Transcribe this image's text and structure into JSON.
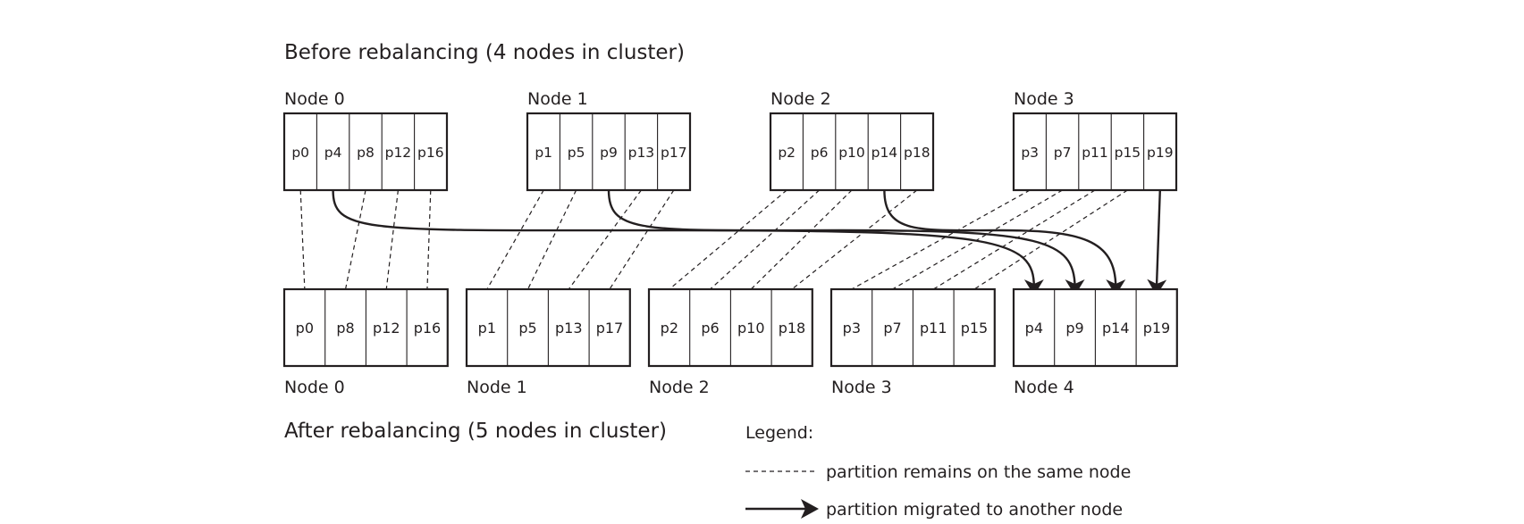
{
  "before_title": "Before rebalancing (4 nodes in cluster)",
  "after_title": "After rebalancing (5 nodes in cluster)",
  "before_nodes": [
    {
      "label": "Node 0",
      "partitions": [
        "p0",
        "p4",
        "p8",
        "p12",
        "p16"
      ]
    },
    {
      "label": "Node 1",
      "partitions": [
        "p1",
        "p5",
        "p9",
        "p13",
        "p17"
      ]
    },
    {
      "label": "Node 2",
      "partitions": [
        "p2",
        "p6",
        "p10",
        "p14",
        "p18"
      ]
    },
    {
      "label": "Node 3",
      "partitions": [
        "p3",
        "p7",
        "p11",
        "p15",
        "p19"
      ]
    }
  ],
  "after_nodes": [
    {
      "label": "Node 0",
      "partitions": [
        "p0",
        "p8",
        "p12",
        "p16"
      ]
    },
    {
      "label": "Node 1",
      "partitions": [
        "p1",
        "p5",
        "p13",
        "p17"
      ]
    },
    {
      "label": "Node 2",
      "partitions": [
        "p2",
        "p6",
        "p10",
        "p18"
      ]
    },
    {
      "label": "Node 3",
      "partitions": [
        "p3",
        "p7",
        "p11",
        "p15"
      ]
    },
    {
      "label": "Node 4",
      "partitions": [
        "p4",
        "p9",
        "p14",
        "p19"
      ]
    }
  ],
  "legend": {
    "title": "Legend:",
    "stay_label": "partition remains on the same node",
    "move_label": "partition migrated to another node"
  }
}
